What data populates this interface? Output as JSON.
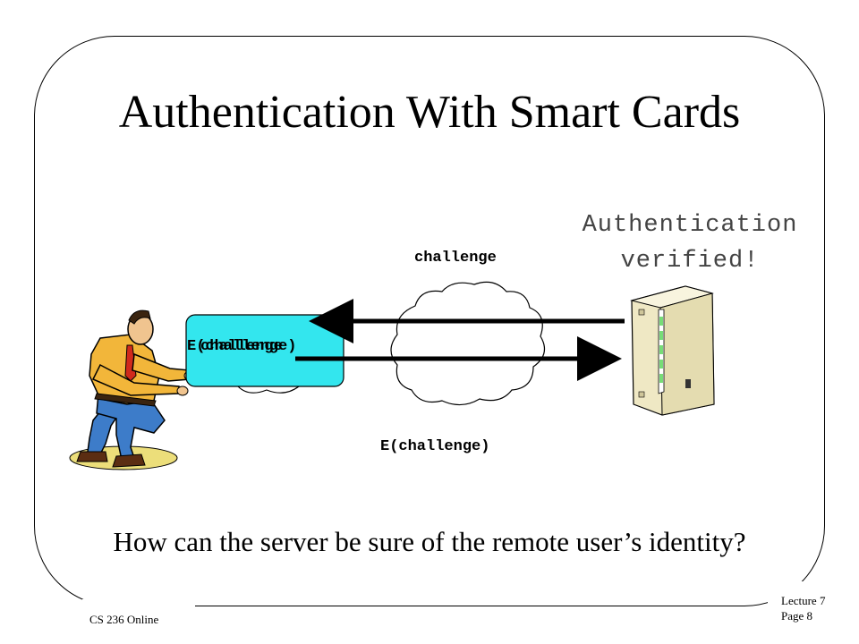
{
  "slide": {
    "title": "Authentication With Smart Cards",
    "question": "How can the server be sure of the remote user’s identity?"
  },
  "footer": {
    "course": "CS 236 Online",
    "lecture": "Lecture 7",
    "page": "Page 8"
  },
  "diagram": {
    "challenge_label": "challenge",
    "response_label": "E(challenge)",
    "card_label_response": "E(challenge)",
    "card_label_challenge": "challenge",
    "verified_line1": "Authentication",
    "verified_line2": "verified!"
  },
  "colors": {
    "card": "#33e6ee",
    "server_body": "#efe8c4",
    "server_leds": "#77dd77",
    "user_shirt": "#f2b63a",
    "user_pants": "#3d7cc9",
    "floor_shadow": "#ecde7a"
  },
  "icons": {
    "user": "crouching-man-clipart-icon",
    "server": "server-tower-icon",
    "network": "cloud-icon",
    "card": "smart-card-icon"
  }
}
